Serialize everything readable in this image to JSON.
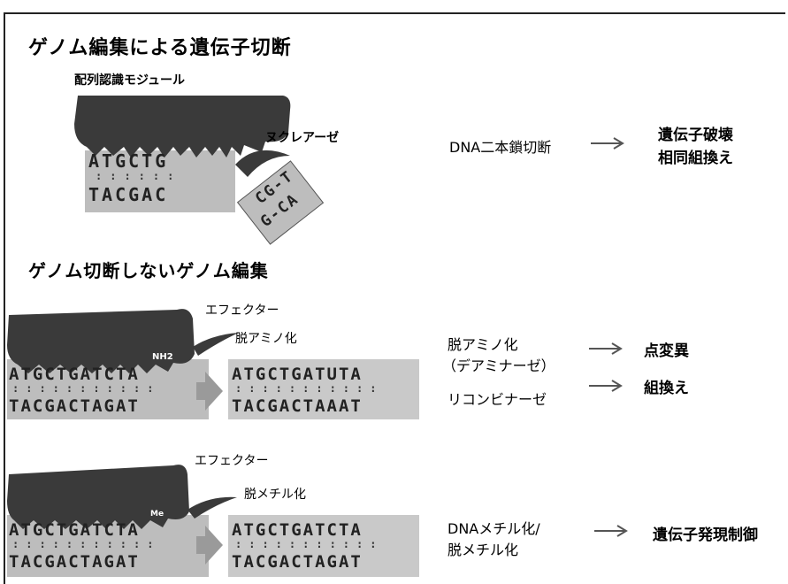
{
  "title": "ゲノム編集による遺伝子切断",
  "section2_title": "ゲノム切断しないゲノム編集",
  "sec1": {
    "module_label": "配列認識モジュール",
    "nuclease_label": "ヌクレアーゼ",
    "dna_top": "ATGCTG",
    "dna_bottom": "TACGAC",
    "cut_top": "CG-T",
    "cut_bottom": "G-CA",
    "mechanism": "DNA二本鎖切断",
    "result_line1": "遺伝子破壊",
    "result_line2": "相同組換え"
  },
  "sec2": {
    "effector_label": "エフェクター",
    "enzyme_label": "脱アミノ化",
    "mod_tag": "NH2",
    "dna_top": "ATGCTGATCTA",
    "dna_bottom": "TACGACTAGAT",
    "out_top": "ATGCTGATUTA",
    "out_bottom": "TACGACTAAAT",
    "mech1": "脱アミノ化",
    "mech1b": "（デアミナーゼ）",
    "mech2": "リコンビナーゼ",
    "res1": "点変異",
    "res2": "組換え"
  },
  "sec3": {
    "effector_label": "エフェクター",
    "enzyme_label": "脱メチル化",
    "mod_tag": "Me",
    "dna_top": "ATGCTGATCTA",
    "dna_bottom": "TACGACTAGAT",
    "out_top": "ATGCTGATCTA",
    "out_bottom": "TACGACTAGAT",
    "mech_line1": "DNAメチル化/",
    "mech_line2": "脱メチル化",
    "result": "遺伝子発現制御"
  },
  "colors": {
    "protein": "#3a3a3a",
    "dna_box": "#bdbdbd",
    "dna_out": "#c9c9c9",
    "arrow": "#9a9a9a"
  }
}
